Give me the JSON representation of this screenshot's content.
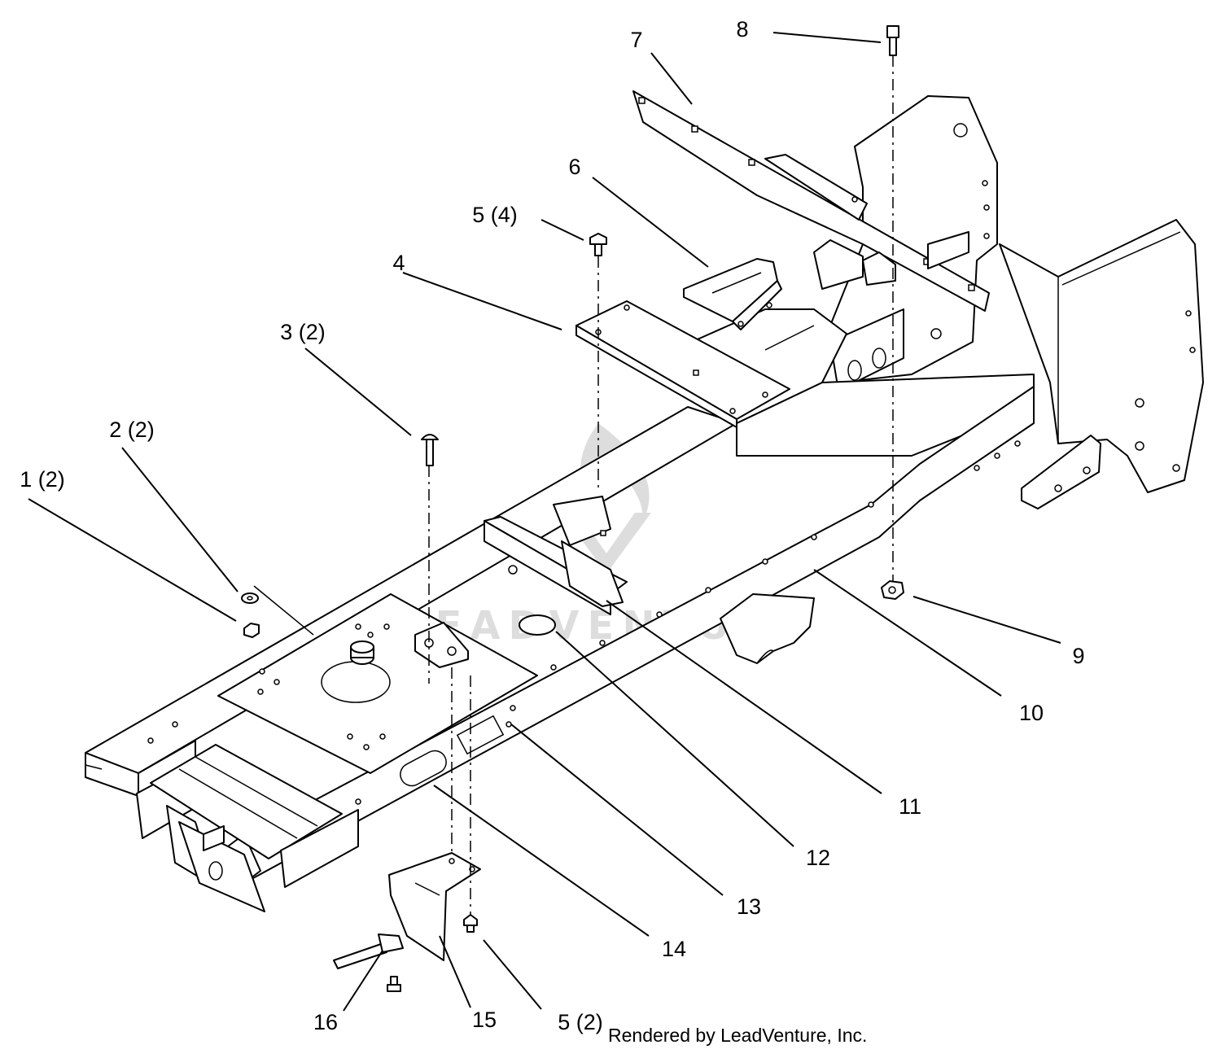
{
  "diagram": {
    "callouts": [
      {
        "id": "c1",
        "label": "1 (2)"
      },
      {
        "id": "c2",
        "label": "2 (2)"
      },
      {
        "id": "c3",
        "label": "3 (2)"
      },
      {
        "id": "c4",
        "label": "4"
      },
      {
        "id": "c5a",
        "label": "5 (4)"
      },
      {
        "id": "c5b",
        "label": "5 (2)"
      },
      {
        "id": "c6",
        "label": "6"
      },
      {
        "id": "c7",
        "label": "7"
      },
      {
        "id": "c8",
        "label": "8"
      },
      {
        "id": "c9",
        "label": "9"
      },
      {
        "id": "c10",
        "label": "10"
      },
      {
        "id": "c11",
        "label": "11"
      },
      {
        "id": "c12",
        "label": "12"
      },
      {
        "id": "c13",
        "label": "13"
      },
      {
        "id": "c14",
        "label": "14"
      },
      {
        "id": "c15",
        "label": "15"
      },
      {
        "id": "c16",
        "label": "16"
      }
    ],
    "watermark_text": "LEADVENTURE",
    "credit_text": "Rendered by LeadVenture, Inc."
  }
}
